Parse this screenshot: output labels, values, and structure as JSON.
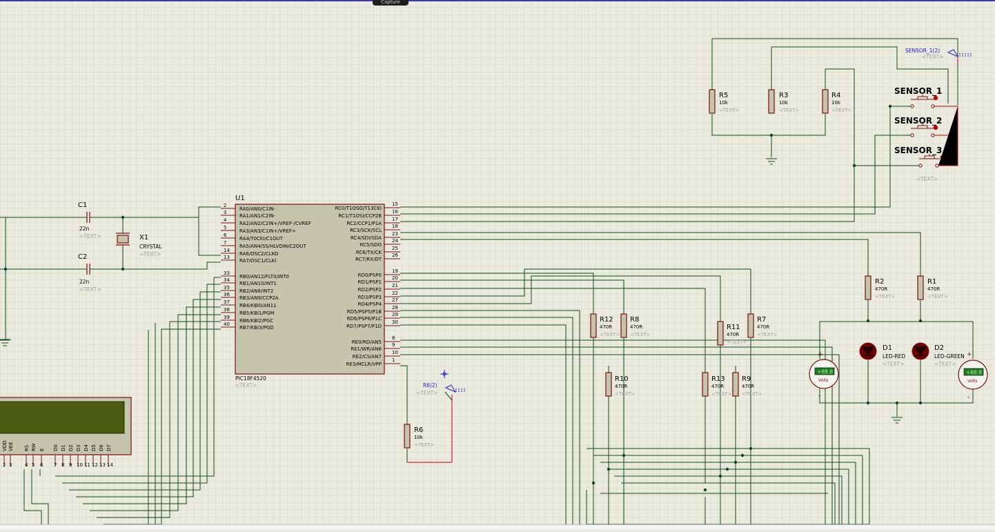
{
  "window": {
    "capture_label": "Capture"
  },
  "mcu": {
    "ref": "U1",
    "part": "PIC18F4520",
    "text": "<TEXT>",
    "left_pins": [
      {
        "num": "2",
        "name": "RA0/AN0/C1IN-"
      },
      {
        "num": "3",
        "name": "RA1/AN1/C2IN-"
      },
      {
        "num": "4",
        "name": "RA2/AN2/C2IN+/VREF-/CVREF"
      },
      {
        "num": "5",
        "name": "RA3/AN3/C1IN+/VREF+"
      },
      {
        "num": "6",
        "name": "RA4/T0CKI/C1OUT"
      },
      {
        "num": "7",
        "name": "RA5/AN4/SS/HLVDIN/C2OUT"
      },
      {
        "num": "14",
        "name": "RA6/OSC2/CLKO"
      },
      {
        "num": "13",
        "name": "RA7/OSC1/CLKI"
      },
      {
        "num": "33",
        "name": "RB0/AN12/FLT0/INT0"
      },
      {
        "num": "34",
        "name": "RB1/AN10/INT1"
      },
      {
        "num": "35",
        "name": "RB2/AN8/INT2"
      },
      {
        "num": "36",
        "name": "RB3/AN9/CCP2A"
      },
      {
        "num": "37",
        "name": "RB4/KBI0/AN11"
      },
      {
        "num": "38",
        "name": "RB5/KBI1/PGM"
      },
      {
        "num": "39",
        "name": "RB6/KBI2/PGC"
      },
      {
        "num": "40",
        "name": "RB7/KBI3/PGD"
      }
    ],
    "right_pins": [
      {
        "num": "15",
        "name": "RC0/T1OSO/T13CKI"
      },
      {
        "num": "16",
        "name": "RC1/T1OSI/CCP2B"
      },
      {
        "num": "17",
        "name": "RC2/CCP1/P1A"
      },
      {
        "num": "18",
        "name": "RC3/SCK/SCL"
      },
      {
        "num": "23",
        "name": "RC4/SDI/SDA"
      },
      {
        "num": "24",
        "name": "RC5/SDO"
      },
      {
        "num": "25",
        "name": "RC6/TX/CK"
      },
      {
        "num": "26",
        "name": "RC7/RX/DT"
      },
      {
        "num": "19",
        "name": "RD0/PSP0"
      },
      {
        "num": "20",
        "name": "RD1/PSP1"
      },
      {
        "num": "21",
        "name": "RD2/PSP2"
      },
      {
        "num": "22",
        "name": "RD3/PSP3"
      },
      {
        "num": "27",
        "name": "RD4/PSP4"
      },
      {
        "num": "28",
        "name": "RD5/PSP5/P1B"
      },
      {
        "num": "29",
        "name": "RD6/PSP6/P1C"
      },
      {
        "num": "30",
        "name": "RD7/PSP7/P1D"
      },
      {
        "num": "8",
        "name": "RE0/RD/AN5"
      },
      {
        "num": "9",
        "name": "RE1/WR/AN6"
      },
      {
        "num": "10",
        "name": "RE2/CS/AN7"
      },
      {
        "num": "1",
        "name": "RE3/MCLR/VPP"
      }
    ]
  },
  "components": {
    "c1": {
      "ref": "C1",
      "value": "22n",
      "text": "<TEXT>"
    },
    "c2": {
      "ref": "C2",
      "value": "22n",
      "text": "<TEXT>"
    },
    "x1": {
      "ref": "X1",
      "value": "CRYSTAL",
      "text": "<TEXT>"
    },
    "r1": {
      "ref": "R1",
      "value": "470R",
      "text": "<TEXT>"
    },
    "r2": {
      "ref": "R2",
      "value": "470R",
      "text": "<TEXT>"
    },
    "r3": {
      "ref": "R3",
      "value": "10k",
      "text": "<TEXT>"
    },
    "r4": {
      "ref": "R4",
      "value": "10k",
      "text": "<TEXT>"
    },
    "r5": {
      "ref": "R5",
      "value": "10k",
      "text": "<TEXT>"
    },
    "r6": {
      "ref": "R6",
      "value": "10k",
      "text": "<TEXT>"
    },
    "r7": {
      "ref": "R7",
      "value": "470R",
      "text": "<TEXT>"
    },
    "r8": {
      "ref": "R8",
      "value": "470R",
      "text": "<TEXT>"
    },
    "r9": {
      "ref": "R9",
      "value": "470R",
      "text": "<TEXT>"
    },
    "r10": {
      "ref": "R10",
      "value": "470R",
      "text": "<TEXT>"
    },
    "r11": {
      "ref": "R11",
      "value": "470R",
      "text": "<TEXT>"
    },
    "r12": {
      "ref": "R12",
      "value": "470R",
      "text": "<TEXT>"
    },
    "r13": {
      "ref": "R13",
      "value": "470R",
      "text": "<TEXT>"
    },
    "d1": {
      "ref": "D1",
      "value": "LED-RED",
      "text": "<TEXT>"
    },
    "d2": {
      "ref": "D2",
      "value": "LED-GREEN",
      "text": "<TEXT>"
    },
    "sensor1": {
      "label": "SENSOR_1"
    },
    "sensor2": {
      "label": "SENSOR_2"
    },
    "sensor3": {
      "label": "SENSOR_3",
      "text": "<TEXT>"
    },
    "probe_sensor": {
      "label": "SENSOR_1(2)",
      "text": "<TEXT>"
    },
    "probe_r6": {
      "label": "R6(2)",
      "text": "<TEXT>"
    },
    "voltmeter_left": {
      "display": "+88.8",
      "unit": "Volts",
      "plus": "+",
      "minus": "-"
    },
    "voltmeter_right": {
      "display": "+88.8",
      "unit": "Volts",
      "plus": "+",
      "minus": "-"
    }
  },
  "lcd": {
    "pin_names": [
      "VDD",
      "VEE",
      "RS",
      "RW",
      "E",
      "D0",
      "D1",
      "D2",
      "D3",
      "D4",
      "D5",
      "D6",
      "D7"
    ],
    "pin_numbers": [
      "2",
      "3",
      "4",
      "5",
      "6",
      "7",
      "8",
      "9",
      "10",
      "11",
      "12",
      "13",
      "14"
    ]
  },
  "colors": {
    "background": "#eaeadf",
    "grid": "#d5d5c9",
    "wire": "#0d4a18",
    "component": "#7b0f10",
    "chip_fill": "#c5c4ad",
    "lcd_screen": "#4a5a10",
    "probe": "#2020c8",
    "label_text": "#a2a2a2"
  }
}
